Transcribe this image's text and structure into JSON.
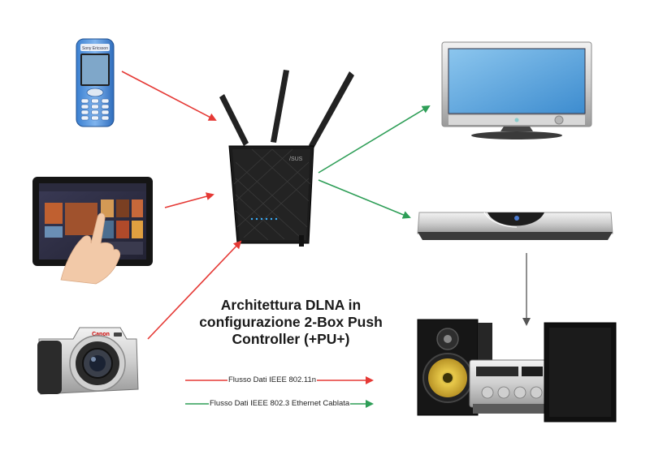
{
  "title": {
    "line1": "Architettura DLNA in",
    "line2": "configurazione 2-Box Push",
    "line3": "Controller (+PU+)"
  },
  "legend": {
    "wifi_label": "Flusso Dati  IEEE 802.11n",
    "ethernet_label": "Flusso Dati IEEE 802.3  Ethernet Cablata"
  },
  "device_text": {
    "phone_brand": "Sony Ericsson",
    "camera_brand": "Canon"
  },
  "colors": {
    "wifi_arrow": "#e53935",
    "ethernet_arrow": "#2e9e57",
    "wired_arrow": "#555555",
    "router_body": "#1b1b1b",
    "tv_screen": "#5aa3dd"
  },
  "nodes": [
    {
      "id": "mobile-phone",
      "icon": "mobile-phone-icon"
    },
    {
      "id": "tablet",
      "icon": "tablet-icon"
    },
    {
      "id": "camera",
      "icon": "camera-icon"
    },
    {
      "id": "router",
      "icon": "wireless-router-icon"
    },
    {
      "id": "tv",
      "icon": "tv-icon"
    },
    {
      "id": "media-player",
      "icon": "media-player-icon"
    },
    {
      "id": "stereo",
      "icon": "stereo-system-icon"
    }
  ]
}
